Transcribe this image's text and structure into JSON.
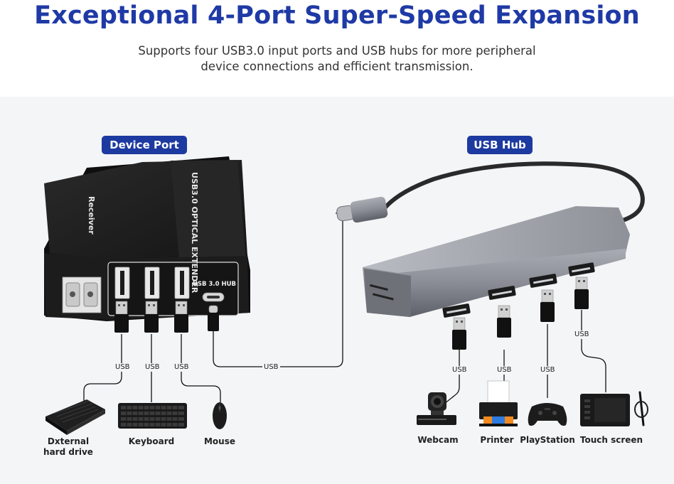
{
  "header": {
    "title": "Exceptional 4-Port Super-Speed Expansion",
    "subtitle_line1": "Supports four USB3.0 input ports and USB hubs for more peripheral",
    "subtitle_line2": "device connections and efficient transmission."
  },
  "sections": {
    "device_port": "Device Port",
    "usb_hub": "USB Hub"
  },
  "receiver": {
    "side_text": "Receiver",
    "top_text": "USB3.0 OPTICAL EXTENDER",
    "hub_text": "USB 3.0 HUB"
  },
  "cable_label": "USB",
  "left_devices": [
    {
      "line1": "Dxternal",
      "line2": "hard drive"
    },
    {
      "line1": "Keyboard",
      "line2": ""
    },
    {
      "line1": "Mouse",
      "line2": ""
    }
  ],
  "right_devices": [
    "Webcam",
    "Printer",
    "PlayStation",
    "Touch screen"
  ],
  "colors": {
    "accent": "#1f3aa6",
    "pill": "#1d3aa0",
    "receiver_body": "#1e1e1e",
    "hub_body": "#8b8e96",
    "background_panel": "#f4f5f7"
  }
}
